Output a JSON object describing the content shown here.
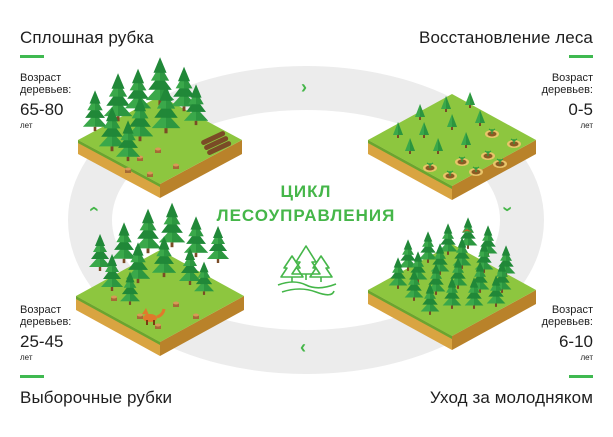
{
  "center": {
    "line1": "ЦИКЛ",
    "line2": "ЛЕСОУПРАВЛЕНИЯ"
  },
  "stages": {
    "clearcut": {
      "title": "Сплошная рубка",
      "age_label_1": "Возраст",
      "age_label_2": "деревьев:",
      "age_value": "65-80",
      "age_unit": "лет"
    },
    "restoration": {
      "title": "Восстановление леса",
      "age_label_1": "Возраст",
      "age_label_2": "деревьев:",
      "age_value": "0-5",
      "age_unit": "лет"
    },
    "thinning": {
      "title": "Уход за молодняком",
      "age_label_1": "Возраст",
      "age_label_2": "деревьев:",
      "age_value": "6-10",
      "age_unit": "лет"
    },
    "selective": {
      "title": "Выборочные рубки",
      "age_label_1": "Возраст",
      "age_label_2": "деревьев:",
      "age_value": "25-45",
      "age_unit": "лет"
    }
  },
  "colors": {
    "accent": "#45b649",
    "ring": "#ececec",
    "grass_top": "#8dc63f",
    "grass_left": "#6aa52f",
    "soil_left": "#d9a441",
    "soil_right": "#b9822a",
    "tree_light": "#3aa84a",
    "tree_dark": "#218838",
    "trunk": "#7a4b26",
    "stump": "#a56a35"
  },
  "icons": {
    "arrow_top": "chevron-right-icon",
    "arrow_right": "chevron-down-icon",
    "arrow_bottom": "chevron-left-icon",
    "arrow_left": "chevron-up-icon",
    "center": "forest-icon"
  }
}
